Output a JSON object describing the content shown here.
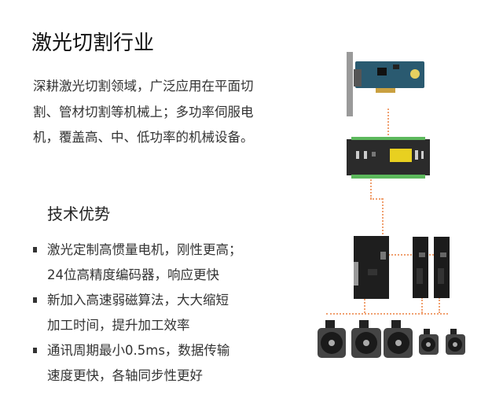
{
  "title": "激光切割行业",
  "intro": "深耕激光切割领域，广泛应用在平面切割、管材切割等机械上；多功率伺服电机，覆盖高、中、低功率的机械设备。",
  "advantages_heading": "技术优势",
  "advantages": [
    [
      "激光定制高惯量电机，刚性更高；",
      "24位高精度编码器，响应更快"
    ],
    [
      "新加入高速弱磁算法，大大缩短",
      "加工时间，提升加工效率"
    ],
    [
      "通讯周期最小0.5ms，数据传输",
      "速度更快，各轴同步性更好"
    ]
  ]
}
